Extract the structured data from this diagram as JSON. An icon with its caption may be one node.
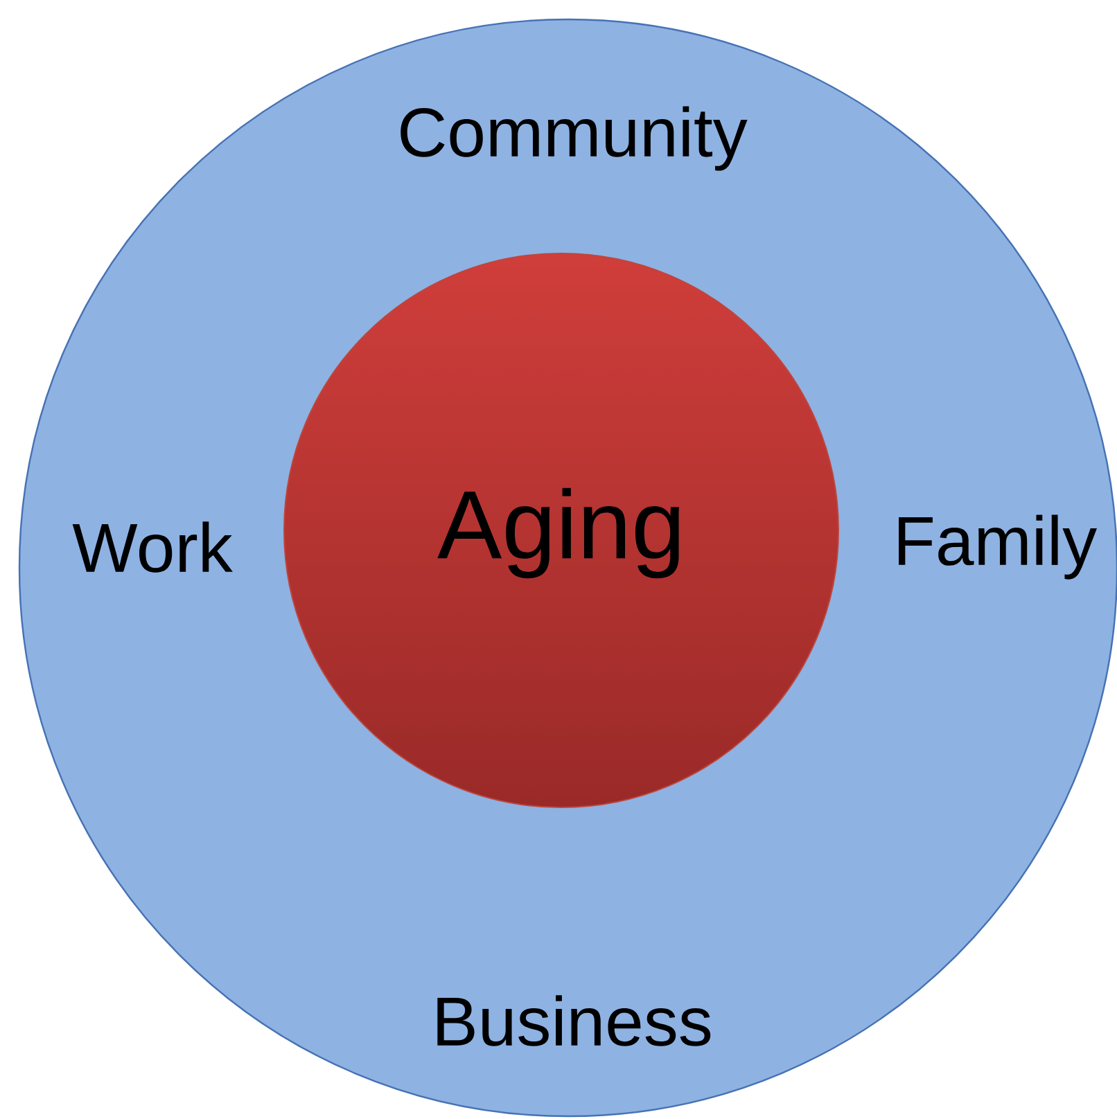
{
  "diagram": {
    "nodes": [
      {
        "text": [
          "Community",
          "Work",
          "Family",
          "Business"
        ]
      },
      {
        "text": [
          "Aging"
        ],
        "in": 0
      }
    ]
  }
}
